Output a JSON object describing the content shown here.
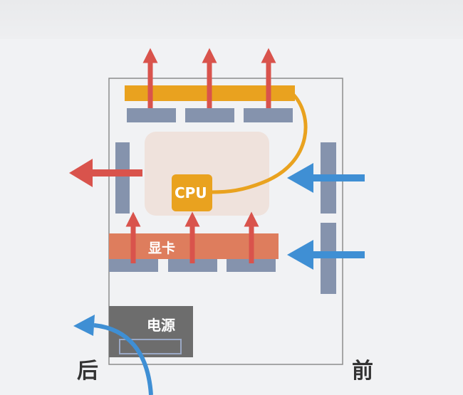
{
  "diagram": {
    "labels": {
      "cpu": "CPU",
      "gpu": "显卡",
      "psu": "电源",
      "rear": "后",
      "front": "前"
    },
    "colors": {
      "background": "#f1f2f4",
      "case_outline": "#8c8c8c",
      "fan": "#8593ad",
      "radiator": "#e9a21f",
      "exhaust_arrow": "#d9534c",
      "intake_arrow": "#3f8fd4",
      "cpu_block": "#e9a21f",
      "cpu_zone": "#efe2dc",
      "gpu": "#de7d5d",
      "psu": "#6d6d6d"
    }
  }
}
